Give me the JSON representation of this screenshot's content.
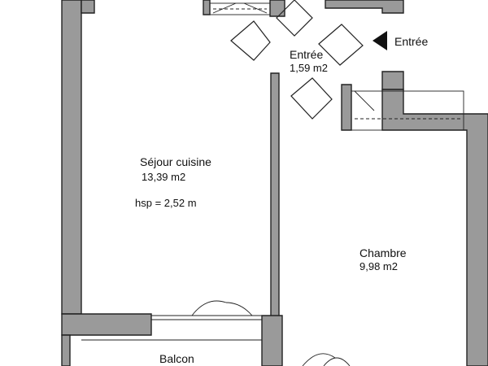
{
  "rooms": {
    "sejour": {
      "name": "Séjour cuisine",
      "area": "13,39 m2",
      "hsp": "hsp = 2,52 m"
    },
    "entree": {
      "name": "Entrée",
      "area": "1,59 m2"
    },
    "chambre": {
      "name": "Chambre",
      "area": "9,98 m2"
    },
    "balcon": {
      "name": "Balcon"
    }
  },
  "entrance_label": "Entrée",
  "colors": {
    "wall_fill": "#9a9a9a",
    "line": "#222222",
    "background": "#ffffff"
  }
}
